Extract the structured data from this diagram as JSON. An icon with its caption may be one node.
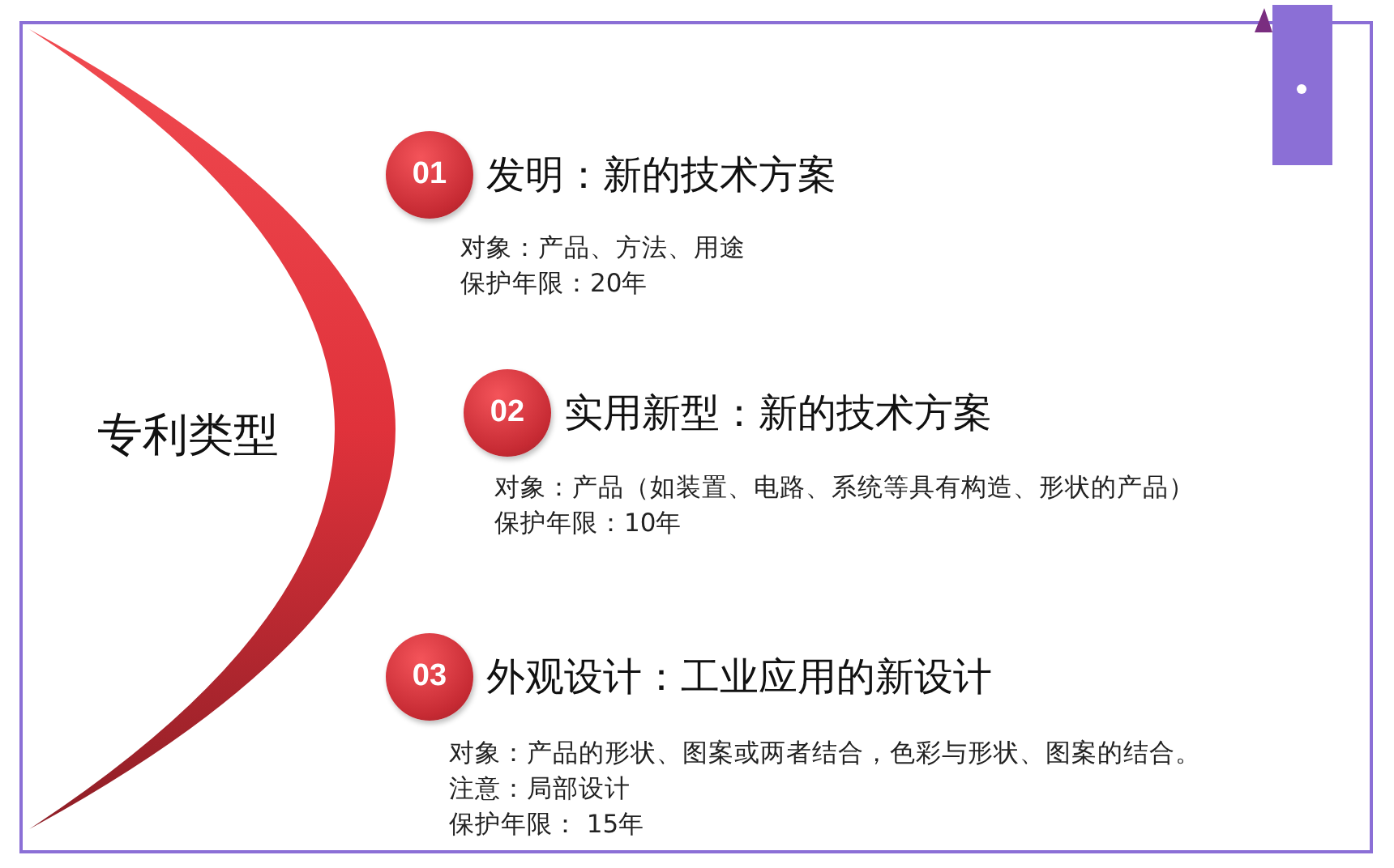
{
  "diagram": {
    "nodes": [
      {
        "text": [
          "专利类型"
        ]
      },
      {
        "text": [
          "01"
        ],
        "beside": [
          "发明：新的技术方案",
          "对象：产品、方法、用途",
          "保护年限：20年"
        ]
      },
      {
        "text": [
          "02"
        ],
        "beside": [
          "实用新型：新的技术方案",
          "对象：产品（如装置、电路、系统等具有构造、形状的产品）",
          "保护年限：10年"
        ]
      },
      {
        "text": [
          "03"
        ],
        "beside": [
          "外观设计：工业应用的新设计",
          "对象：产品的形状、图案或两者结合，色彩与形状、图案的结合。",
          "注意：局部设计",
          "保护年限： 15年"
        ]
      }
    ]
  }
}
